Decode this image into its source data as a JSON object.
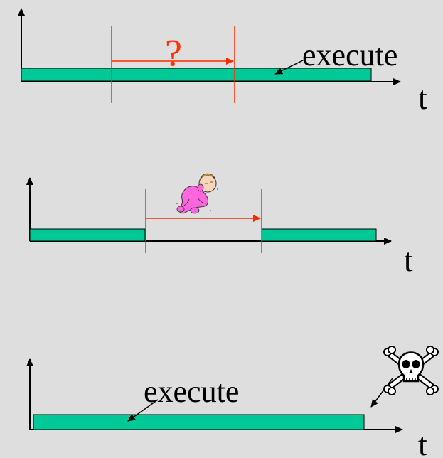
{
  "colors": {
    "background": "#dedede",
    "bar": "#00c896",
    "axis": "#000000",
    "marker": "#ff2a00",
    "question": "#ff3300"
  },
  "panel_top": {
    "question_mark": "?",
    "execute_label": "execute",
    "axis_label": "t"
  },
  "panel_middle": {
    "axis_label": "t",
    "icon": "sleeping-baby-icon"
  },
  "panel_bottom": {
    "execute_label": "execute",
    "axis_label": "t",
    "icon": "skull-crossbones-icon"
  }
}
